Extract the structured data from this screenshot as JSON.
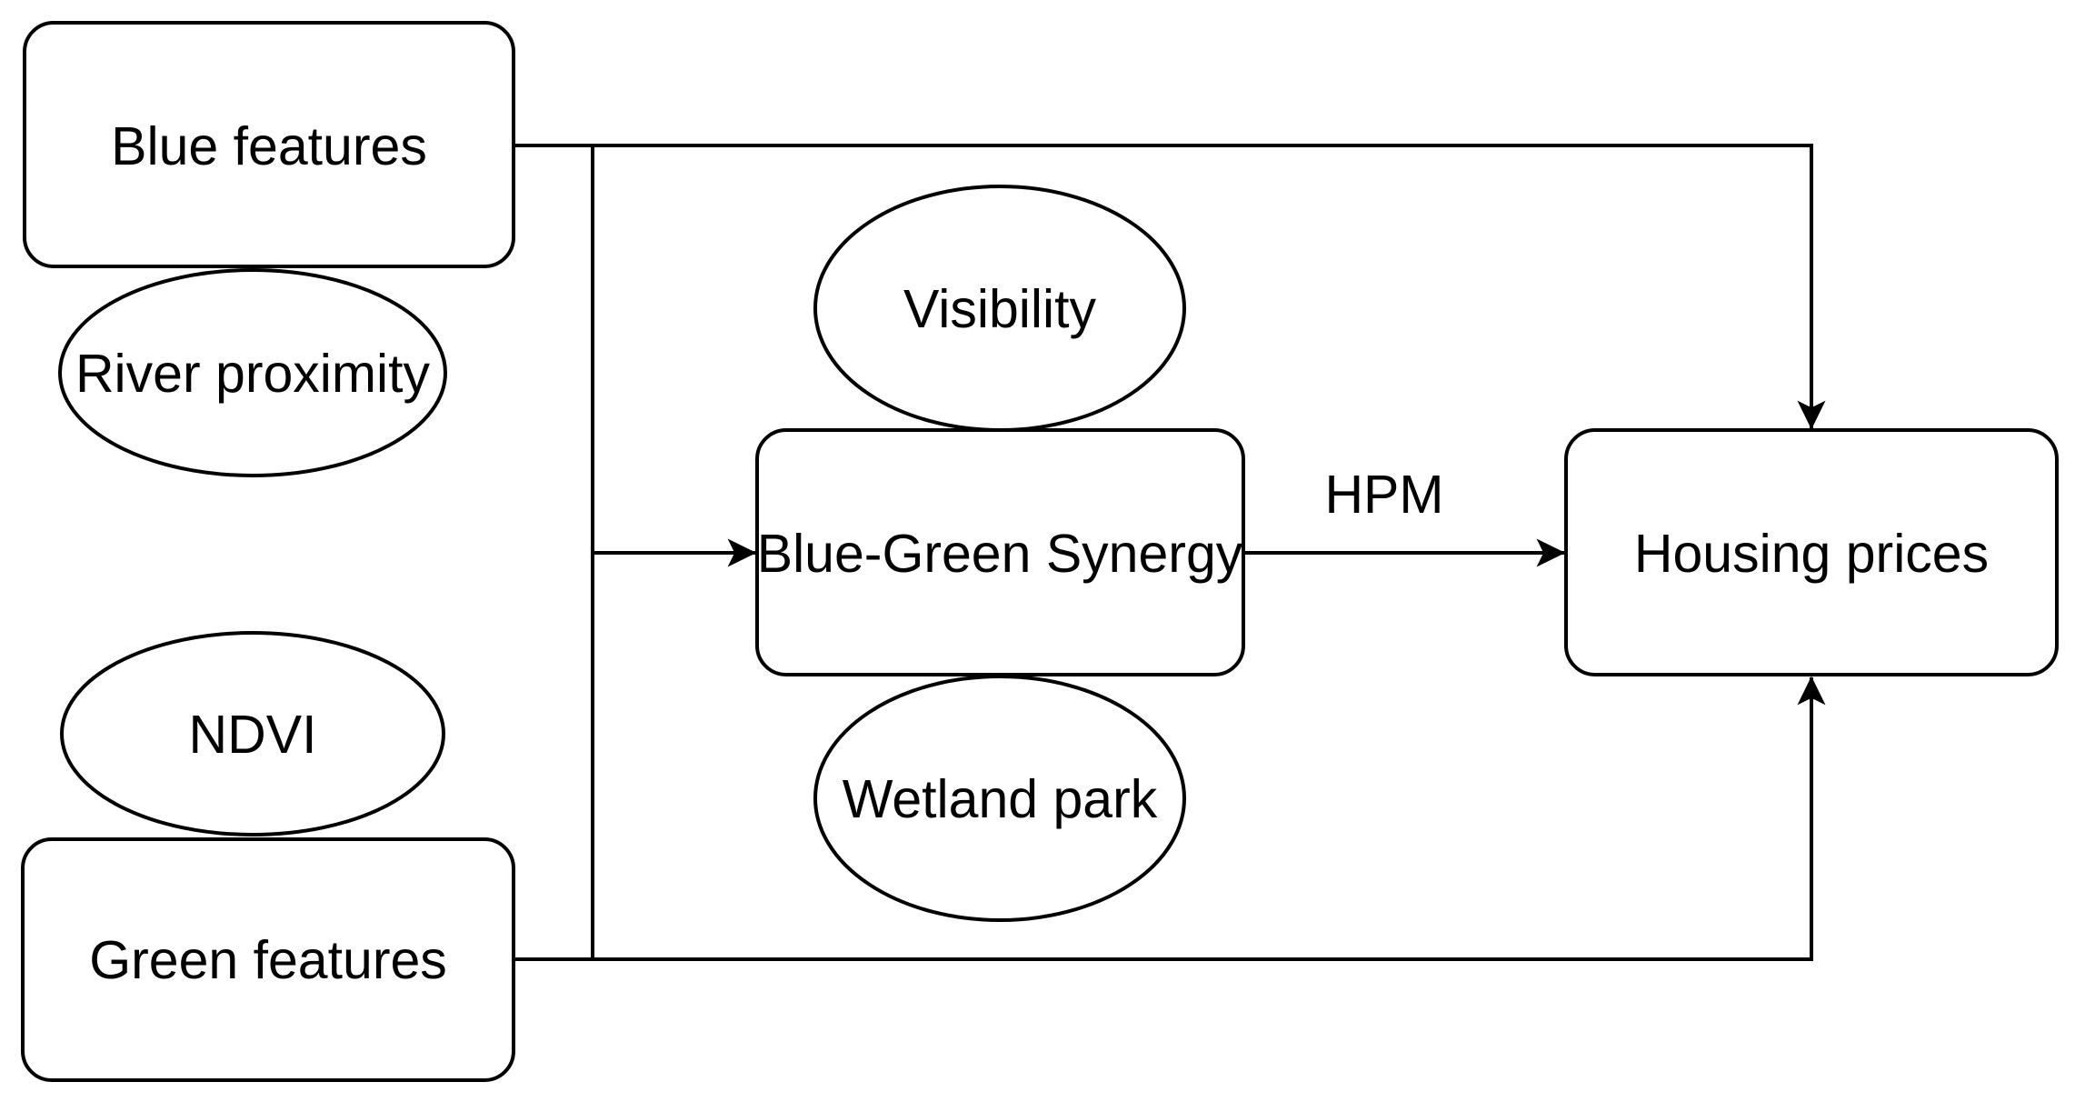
{
  "diagram": {
    "kind": "flow-diagram",
    "colors": {
      "stroke": "#000000",
      "shape_fill": "#ffffff",
      "text": "#000000",
      "background": "#ffffff"
    },
    "nodes": {
      "blue_features": {
        "label": "Blue features",
        "shape": "rounded-rectangle"
      },
      "river_proximity": {
        "label": "River proximity",
        "shape": "ellipse"
      },
      "ndvi": {
        "label": "NDVI",
        "shape": "ellipse"
      },
      "green_features": {
        "label": "Green features",
        "shape": "rounded-rectangle"
      },
      "visibility": {
        "label": "Visibility",
        "shape": "ellipse"
      },
      "blue_green_synergy": {
        "label": "Blue-Green Synergy",
        "shape": "rounded-rectangle"
      },
      "wetland_park": {
        "label": "Wetland park",
        "shape": "ellipse"
      },
      "housing_prices": {
        "label": "Housing prices",
        "shape": "rounded-rectangle"
      }
    },
    "edges": [
      {
        "id": "blue-to-housing",
        "from": "blue_features",
        "to": "housing_prices",
        "label": "",
        "arrow": "end"
      },
      {
        "id": "green-to-housing",
        "from": "green_features",
        "to": "housing_prices",
        "label": "",
        "arrow": "end"
      },
      {
        "id": "features-connector",
        "from": "blue_features_edge",
        "to": "green_features_edge",
        "label": "",
        "arrow": "none"
      },
      {
        "id": "connector-to-synergy",
        "from": "features-connector",
        "to": "blue_green_synergy",
        "label": "",
        "arrow": "end"
      },
      {
        "id": "synergy-to-housing",
        "from": "blue_green_synergy",
        "to": "housing_prices",
        "label": "HPM",
        "arrow": "end"
      }
    ],
    "edge_labels": {
      "hpm": "HPM"
    }
  }
}
